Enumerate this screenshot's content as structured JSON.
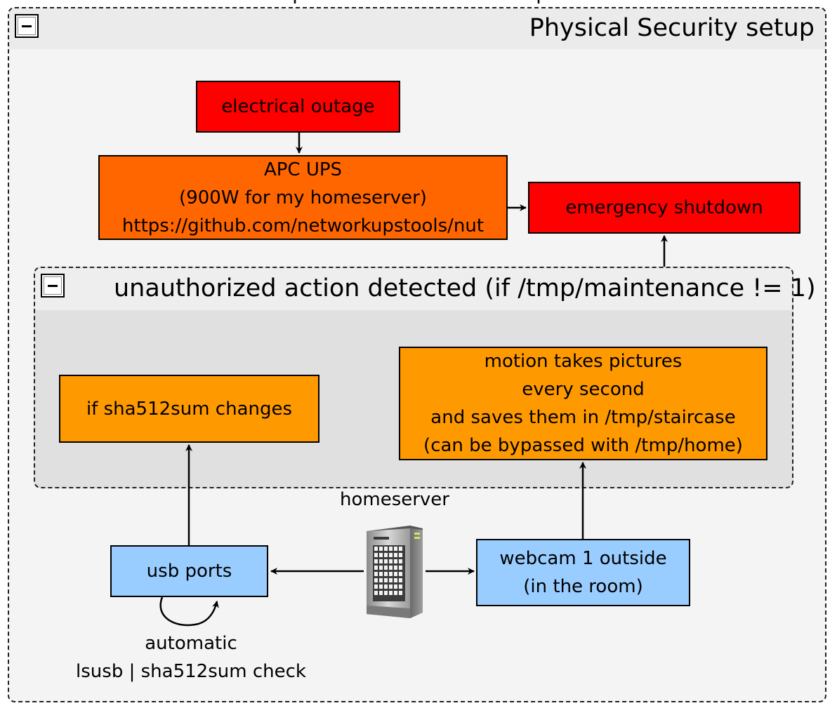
{
  "outer_group": {
    "title": "Physical Security setup"
  },
  "inner_group": {
    "title": "unauthorized action detected (if /tmp/maintenance != 1)"
  },
  "nodes": {
    "electrical_outage": {
      "lines": [
        "electrical outage"
      ]
    },
    "apc_ups": {
      "lines": [
        "APC UPS",
        "(900W for my homeserver)",
        "https://github.com/networkupstools/nut"
      ]
    },
    "emergency_shutdown": {
      "lines": [
        "emergency shutdown"
      ]
    },
    "sha512sum_changes": {
      "lines": [
        "if sha512sum changes"
      ]
    },
    "motion": {
      "lines": [
        "motion takes pictures",
        "every second",
        "and saves them in /tmp/staircase",
        "(can be bypassed with /tmp/home)"
      ]
    },
    "usb_ports": {
      "lines": [
        "usb ports"
      ]
    },
    "webcam": {
      "lines": [
        "webcam 1 outside",
        "(in the room)"
      ]
    },
    "homeserver": {
      "label": "homeserver",
      "icon": "server-icon"
    }
  },
  "edge_labels": {
    "usb_loop": [
      "automatic",
      "lsusb | sha512sum check"
    ]
  },
  "colors": {
    "red": "#ff0000",
    "dark_orange": "#ff6600",
    "orange": "#ff9900",
    "light_blue": "#99ccff"
  }
}
